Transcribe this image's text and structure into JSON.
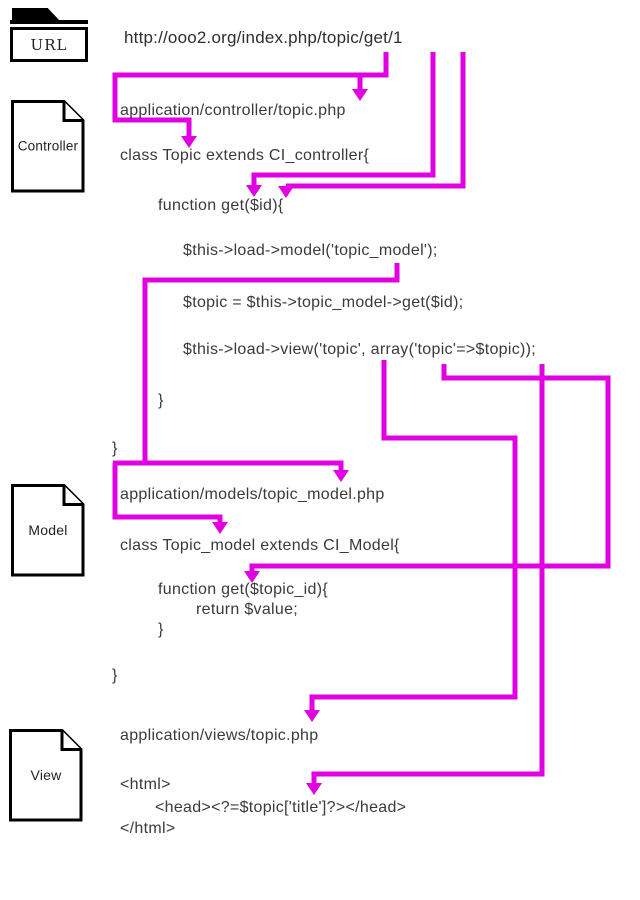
{
  "colors": {
    "accent": "#e100e1",
    "text": "#3a3a3a",
    "icon_border": "#000000"
  },
  "icons": {
    "url": {
      "shape": "folder-icon",
      "label": "URL"
    },
    "controller": {
      "shape": "document-icon",
      "label": "Controller"
    },
    "model": {
      "shape": "document-icon",
      "label": "Model"
    },
    "view": {
      "shape": "document-icon",
      "label": "View"
    }
  },
  "url_line": "http://ooo2.org/index.php/topic/get/1",
  "controller": {
    "file_path": "application/controller/topic.php",
    "class_open": "class Topic extends CI_controller{",
    "function_open": "function get($id){",
    "load_model": "$this->load->model('topic_model');",
    "model_get_call": "$topic = $this->topic_model->get($id);",
    "load_view": "$this->load->view('topic', array('topic'=>$topic));",
    "function_close": "}",
    "class_close": "}"
  },
  "model": {
    "file_path": "application/models/topic_model.php",
    "class_open": "class Topic_model extends CI_Model{",
    "function_open": "function get($topic_id){",
    "return_statement": "return $value;",
    "function_close": "}",
    "class_close": "}"
  },
  "view": {
    "file_path": "application/views/topic.php",
    "html_open": "<html>",
    "head_line": "<head><?=$topic['title']?></head>",
    "html_close": "</html>"
  }
}
